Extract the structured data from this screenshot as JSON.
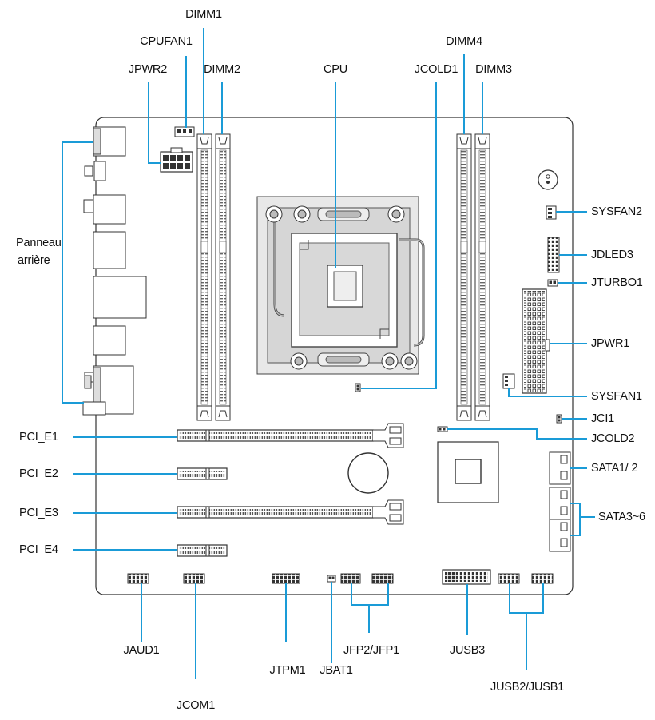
{
  "diagram": {
    "accent_color": "#1a9bd7",
    "board_color": "#ffffff",
    "outline_color": "#333333",
    "labels": {
      "dimm1": "DIMM1",
      "cpufan1": "CPUFAN1",
      "jpwr2": "JPWR2",
      "dimm2": "DIMM2",
      "cpu": "CPU",
      "jcold1": "JCOLD1",
      "dimm4": "DIMM4",
      "dimm3": "DIMM3",
      "panel_line1": "Panneau",
      "panel_line2": "arrière",
      "sysfan2": "SYSFAN2",
      "jdled3": "JDLED3",
      "jturbo1": "JTURBO1",
      "jpwr1": "JPWR1",
      "sysfan1": "SYSFAN1",
      "jci1": "JCI1",
      "jcold2": "JCOLD2",
      "sata12": "SATA1/ 2",
      "sata36": "SATA3~6",
      "pci_e1": "PCI_E1",
      "pci_e2": "PCI_E2",
      "pci_e3": "PCI_E3",
      "pci_e4": "PCI_E4",
      "jaud1": "JAUD1",
      "jcom1": "JCOM1",
      "jtpm1": "JTPM1",
      "jbat1": "JBAT1",
      "jfp": "JFP2/JFP1",
      "jusb3": "JUSB3",
      "jusb21": "JUSB2/JUSB1"
    }
  }
}
